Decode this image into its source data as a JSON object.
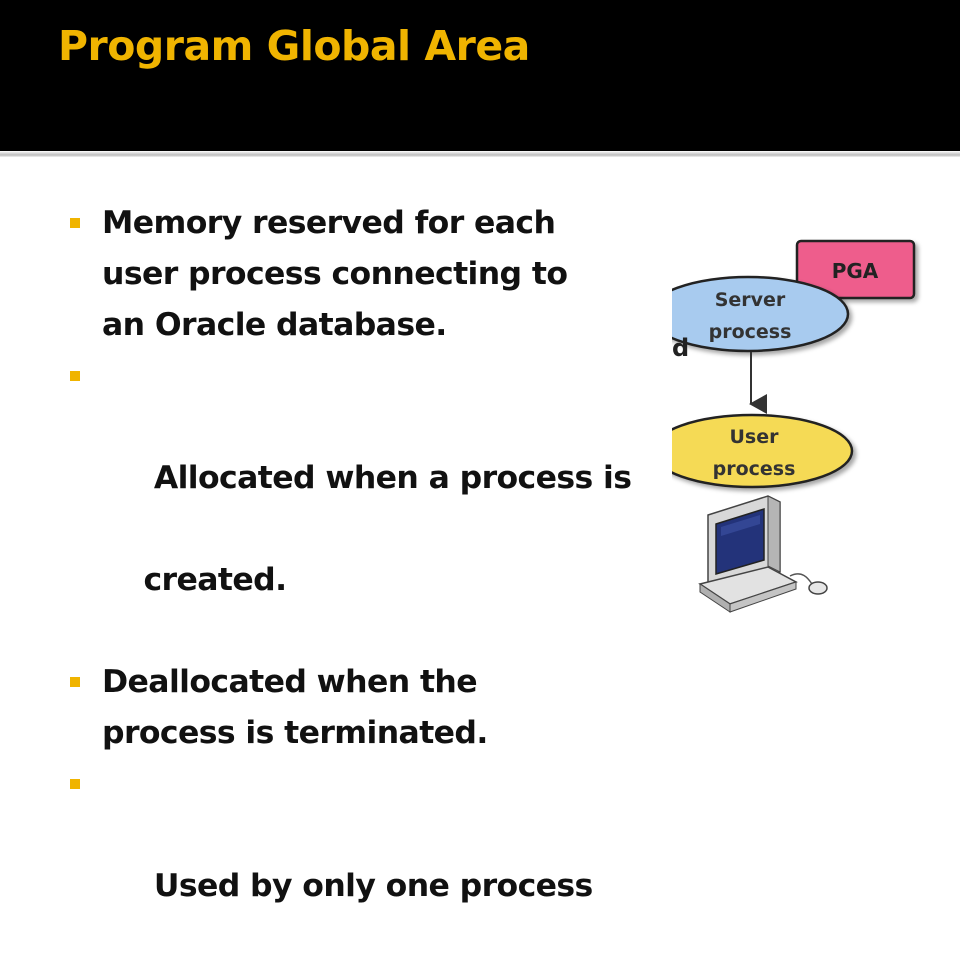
{
  "slide": {
    "title": "Program Global Area",
    "title_color": "#f0b400",
    "bullet_color": "#f0b400"
  },
  "bullets": [
    {
      "line1": "Memory reserved for each",
      "line2": "user process connecting to",
      "line3": "an Oracle database."
    },
    {
      "line1": " Allocated when a process is",
      "line2": "created."
    },
    {
      "line1": "Deallocated when the",
      "line2": "process is terminated."
    },
    {
      "line1": " Used by only one process"
    }
  ],
  "diagram": {
    "pga_label": "PGA",
    "pga_color": "#ee5d8c",
    "server_label_1": "Server",
    "server_label_2": "process",
    "server_color": "#a8cbef",
    "user_label_1": "User",
    "user_label_2": "process",
    "user_color": "#f5da55",
    "edge_fragment": "d",
    "computer_icon": "computer-icon"
  }
}
